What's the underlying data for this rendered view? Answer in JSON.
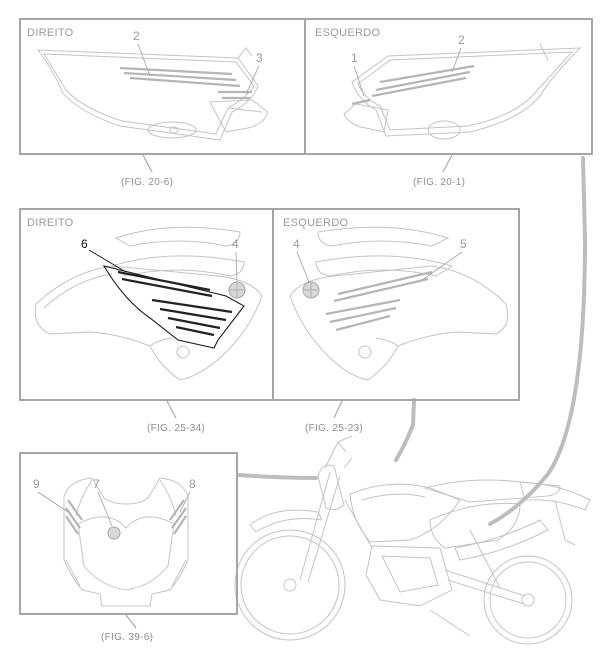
{
  "panels": {
    "top_right_side": {
      "label": "DIREITO",
      "callouts": [
        "2",
        "3"
      ],
      "figure_ref": "(FIG. 20-6)"
    },
    "top_left_side": {
      "label": "ESQUERDO",
      "callouts": [
        "1",
        "2"
      ],
      "figure_ref": "(FIG. 20-1)"
    },
    "mid_right_side": {
      "label": "DIREITO",
      "callouts": [
        "6",
        "4"
      ],
      "figure_ref": "(FIG. 25-34)"
    },
    "mid_left_side": {
      "label": "ESQUERDO",
      "callouts": [
        "4",
        "5"
      ],
      "figure_ref": "(FIG. 25-23)"
    },
    "front_cowl": {
      "callouts": [
        "9",
        "7",
        "8"
      ],
      "figure_ref": "(FIG. 39-6)"
    }
  },
  "colors": {
    "frame": "#a6a6a6",
    "line_art": "#c4c4c4",
    "highlighted_part": "#1a1a1a",
    "text": "#9a9a9a"
  }
}
